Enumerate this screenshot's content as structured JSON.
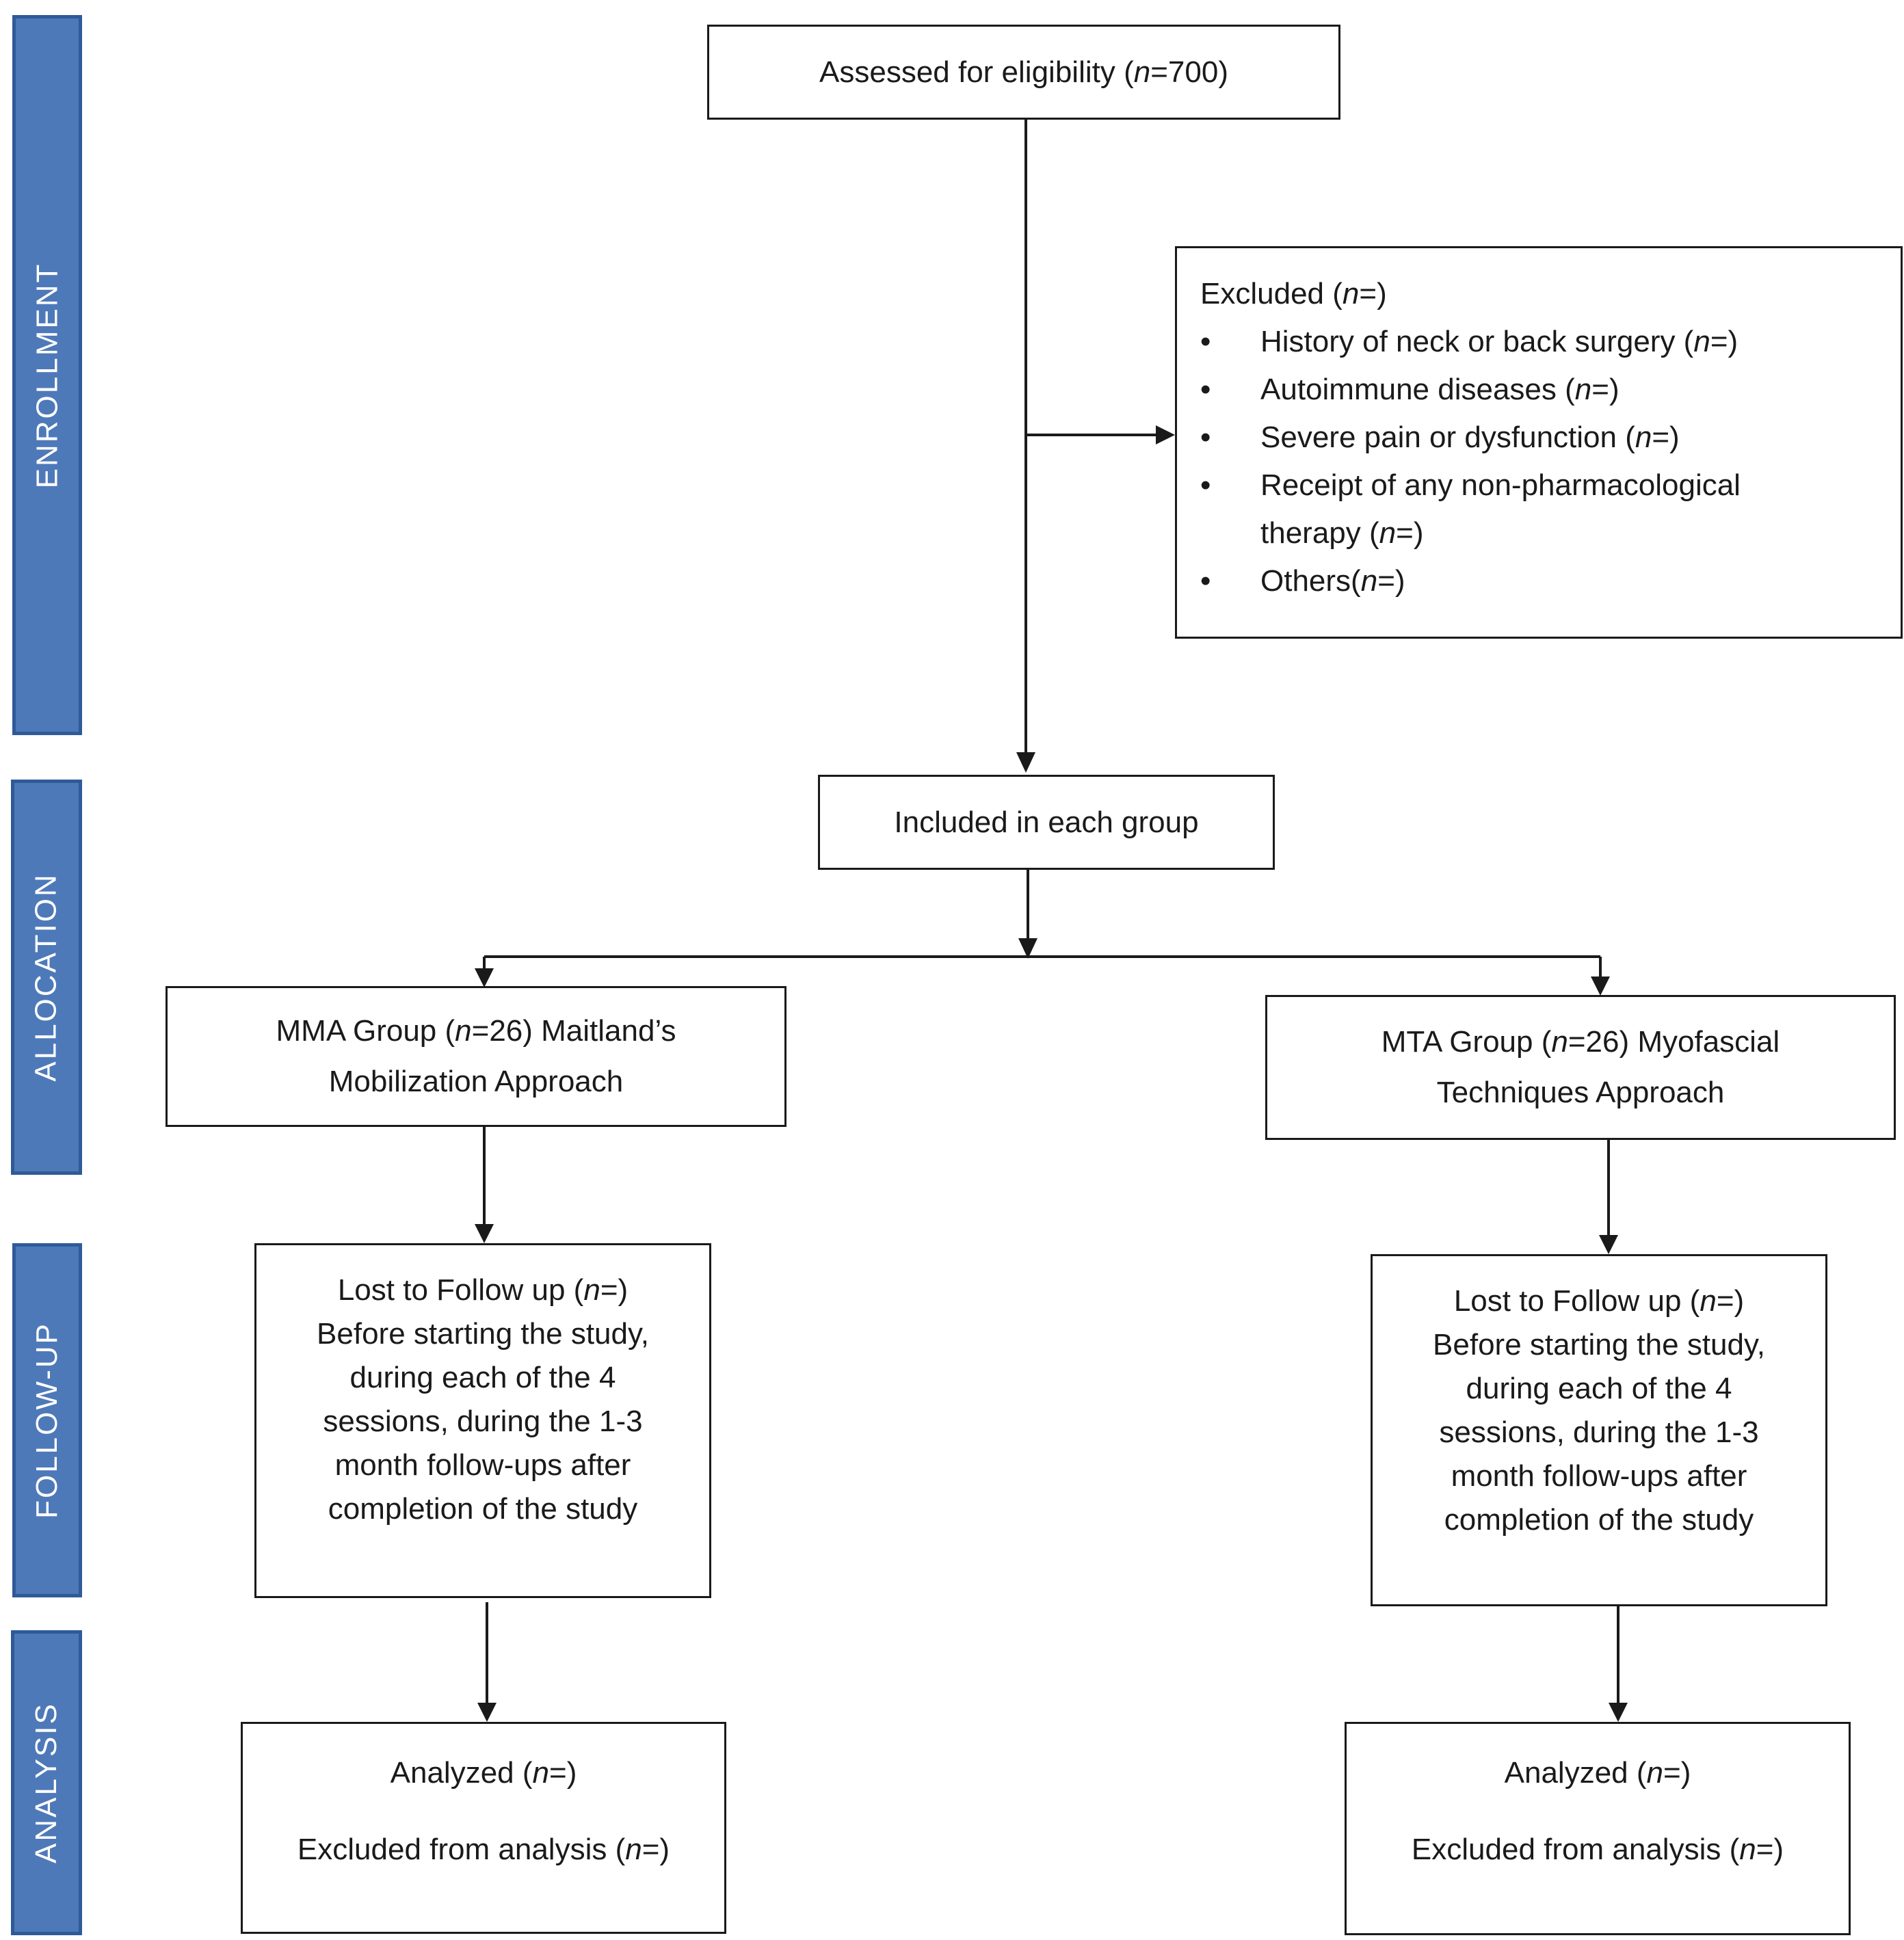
{
  "stages": [
    {
      "id": "enrollment",
      "label": "ENROLLMENT"
    },
    {
      "id": "allocation",
      "label": "ALLOCATION"
    },
    {
      "id": "followup",
      "label": "FOLLOW-UP"
    },
    {
      "id": "analysis",
      "label": "ANALYSIS"
    }
  ],
  "assessed": {
    "text": "Assessed for eligibility (",
    "n": "n",
    "value": "=700)"
  },
  "excluded": {
    "title": "Excluded (",
    "title_n": "n",
    "title_close": "=)",
    "items": [
      {
        "text": "History of neck or back surgery (",
        "n": "n",
        "close": "=)"
      },
      {
        "text": "Autoimmune diseases (",
        "n": "n",
        "close": "=)"
      },
      {
        "text": "Severe pain or dysfunction (",
        "n": "n",
        "close": "=)"
      },
      {
        "text": "Receipt of any non-pharmacological therapy (",
        "n": "n",
        "close": "=)"
      },
      {
        "text": "Others(",
        "n": "n",
        "close": "=)"
      }
    ]
  },
  "included": {
    "text": "Included in each group"
  },
  "groups": [
    {
      "alloc_pre": "MMA Group (",
      "alloc_n": "n",
      "alloc_post": "=26) Maitland’s",
      "alloc_line2": "Mobilization Approach",
      "lost_pre": "Lost to Follow up (",
      "lost_n": "n",
      "lost_post": "=)",
      "lost_desc": "Before starting the study, during each of the 4 sessions, during the 1-3 month follow-ups after completion of the study",
      "analyzed_pre": "Analyzed (",
      "analyzed_n": "n",
      "analyzed_post": "=)",
      "exan_pre": "Excluded from analysis (",
      "exan_n": "n",
      "exan_post": "=)"
    },
    {
      "alloc_pre": "MTA Group (",
      "alloc_n": "n",
      "alloc_post": "=26) Myofascial",
      "alloc_line2": "Techniques Approach",
      "lost_pre": "Lost to Follow up (",
      "lost_n": "n",
      "lost_post": "=)",
      "lost_desc": "Before starting the study, during each of the 4 sessions, during the 1-3 month follow-ups after completion of the study",
      "analyzed_pre": "Analyzed (",
      "analyzed_n": "n",
      "analyzed_post": "=)",
      "exan_pre": "Excluded from analysis (",
      "exan_n": "n",
      "exan_post": "=)"
    }
  ]
}
